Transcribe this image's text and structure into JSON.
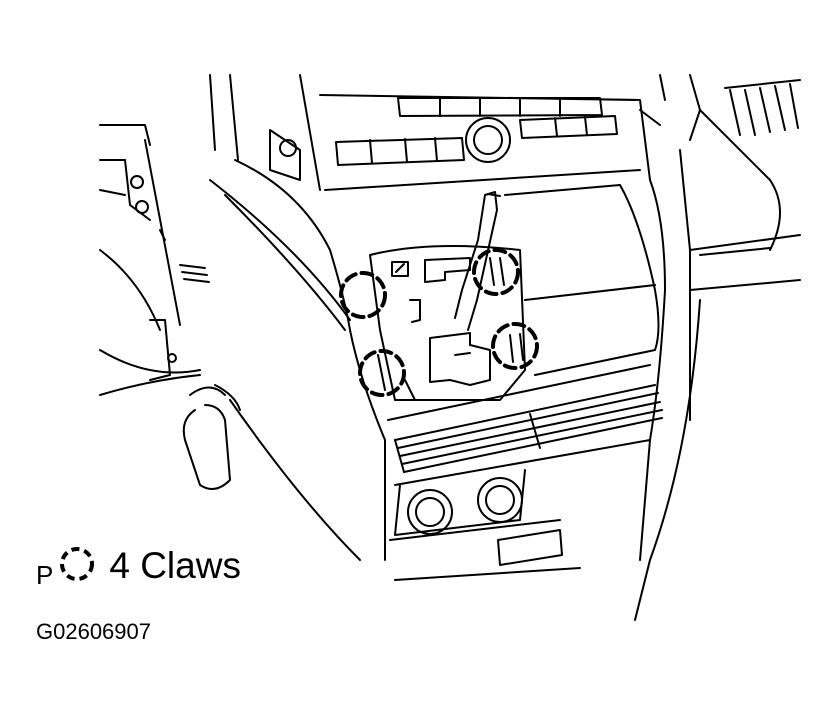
{
  "legend": {
    "prefix": "P",
    "icon": "dashed-circle-icon",
    "label": "4 Claws"
  },
  "figure_id": "G02606907",
  "colors": {
    "line": "#000000",
    "background": "#ffffff"
  }
}
